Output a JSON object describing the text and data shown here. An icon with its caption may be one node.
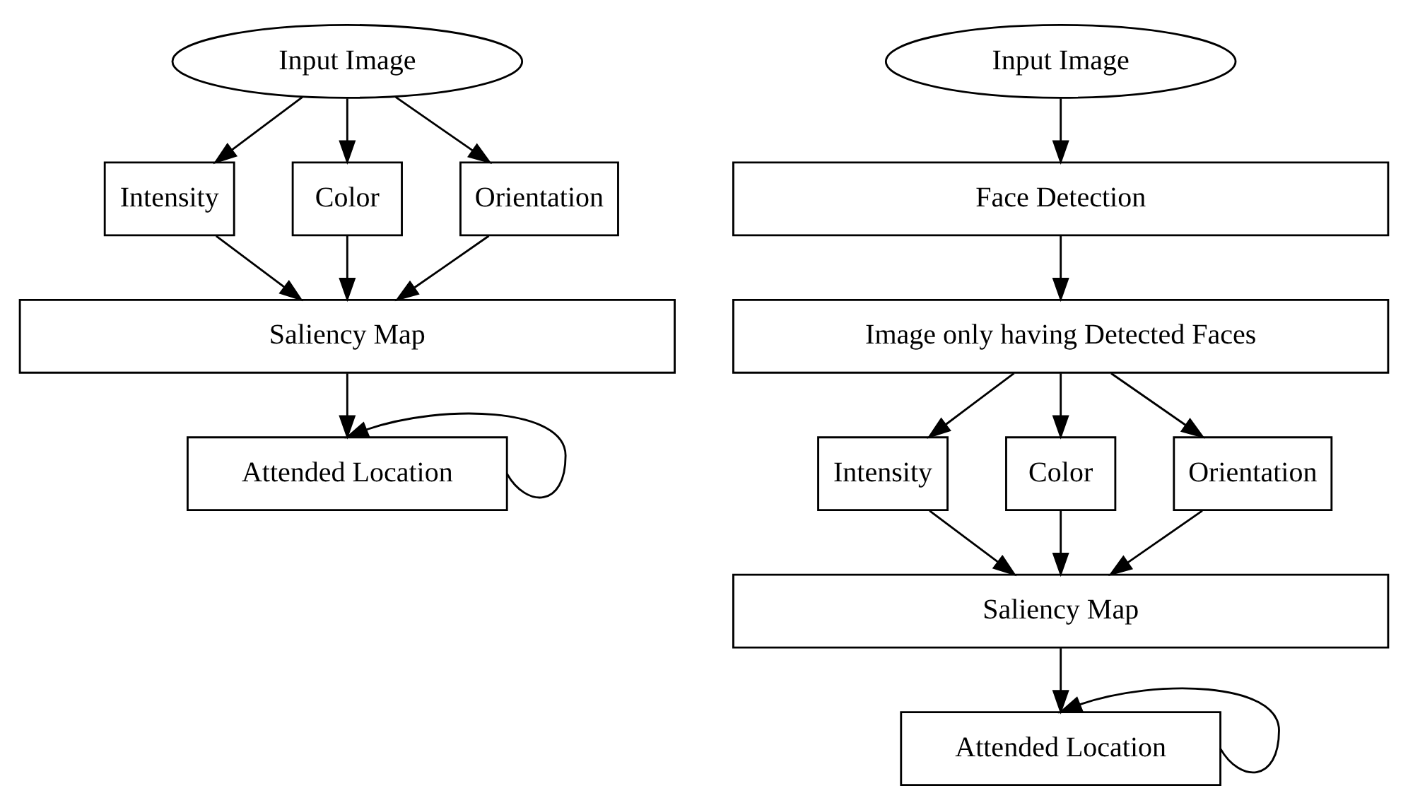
{
  "diagram": {
    "nodes": [
      {
        "text": [
          "Input Image"
        ]
      },
      {
        "text": [
          "Intensity"
        ]
      },
      {
        "text": [
          "Color"
        ]
      },
      {
        "text": [
          "Orientation"
        ]
      },
      {
        "text": [
          "Saliency Map"
        ]
      },
      {
        "text": [
          "Attended Location"
        ]
      },
      {
        "text": [
          "Input Image"
        ]
      },
      {
        "text": [
          "Face Detection"
        ]
      },
      {
        "text": [
          "Image only having Detected Faces"
        ]
      },
      {
        "text": [
          "Intensity"
        ]
      },
      {
        "text": [
          "Color"
        ]
      },
      {
        "text": [
          "Orientation"
        ]
      },
      {
        "text": [
          "Saliency Map"
        ]
      },
      {
        "text": [
          "Attended Location"
        ]
      }
    ],
    "edges": [
      {
        "from": 0,
        "to": 1,
        "arrow": "to"
      },
      {
        "from": 0,
        "to": 2,
        "arrow": "to"
      },
      {
        "from": 0,
        "to": 3,
        "arrow": "to"
      },
      {
        "from": 1,
        "to": 4,
        "arrow": "to"
      },
      {
        "from": 2,
        "to": 4,
        "arrow": "to"
      },
      {
        "from": 3,
        "to": 4,
        "arrow": "to"
      },
      {
        "from": 4,
        "to": 5,
        "arrow": "to"
      },
      {
        "from": 5,
        "to": 5,
        "arrow": "to"
      },
      {
        "from": 6,
        "to": 7,
        "arrow": "to"
      },
      {
        "from": 7,
        "to": 8,
        "arrow": "to"
      },
      {
        "from": 8,
        "to": 9,
        "arrow": "to"
      },
      {
        "from": 8,
        "to": 10,
        "arrow": "to"
      },
      {
        "from": 8,
        "to": 11,
        "arrow": "to"
      },
      {
        "from": 9,
        "to": 12,
        "arrow": "to"
      },
      {
        "from": 10,
        "to": 12,
        "arrow": "to"
      },
      {
        "from": 11,
        "to": 12,
        "arrow": "to"
      },
      {
        "from": 12,
        "to": 13,
        "arrow": "to"
      },
      {
        "from": 13,
        "to": 13,
        "arrow": "to"
      }
    ]
  }
}
